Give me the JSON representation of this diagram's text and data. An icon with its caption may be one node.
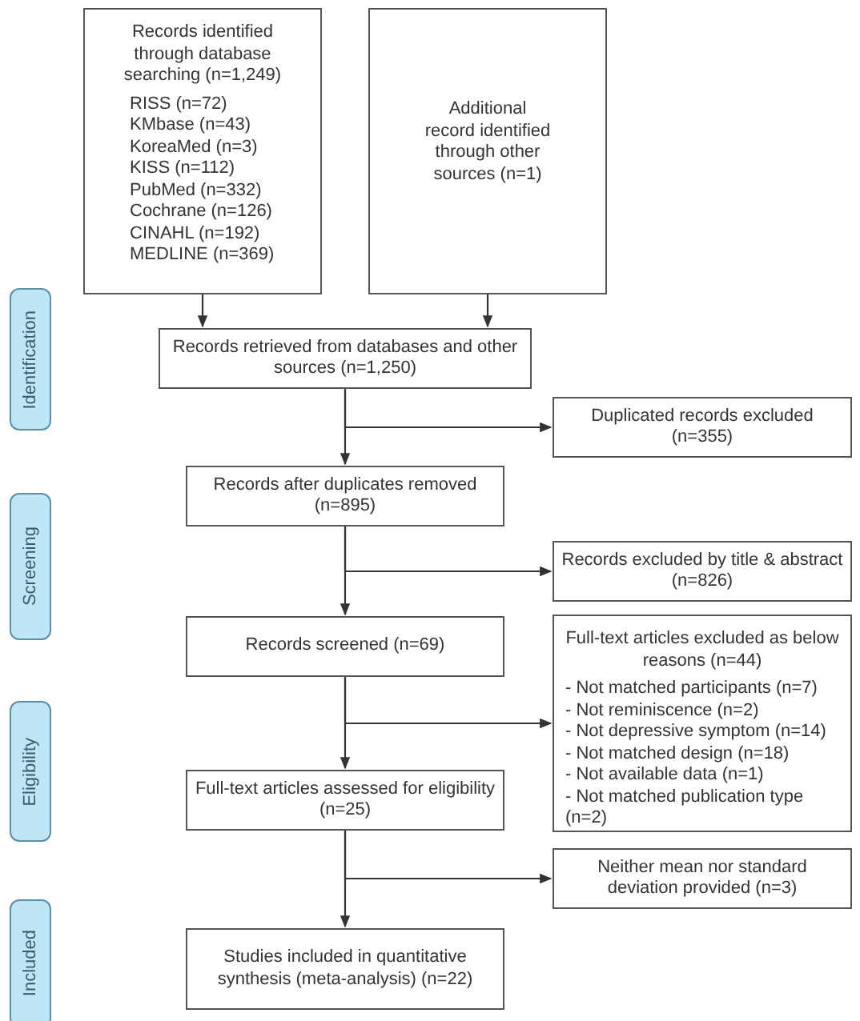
{
  "diagram": {
    "nodes": [
      {
        "text": [
          "Records identified through database searching (n=1,249)",
          "RISS (n=72)",
          "KMbase (n=43)",
          "KoreaMed (n=3)",
          "KISS (n=112)",
          "PubMed (n=332)",
          "Cochrane (n=126)",
          "CINAHL (n=192)",
          "MEDLINE (n=369)"
        ]
      },
      {
        "text": [
          "Additional record identified through other sources (n=1)"
        ]
      },
      {
        "text": [
          "Identification"
        ]
      },
      {
        "text": [
          "Records retrieved from databases and other sources (n=1,250)"
        ]
      },
      {
        "text": [
          "Duplicated records excluded (n=355)"
        ]
      },
      {
        "text": [
          "Records after duplicates removed (n=895)"
        ]
      },
      {
        "text": [
          "Screening"
        ]
      },
      {
        "text": [
          "Records excluded by title & abstract (n=826)"
        ]
      },
      {
        "text": [
          "Records screened (n=69)"
        ]
      },
      {
        "text": [
          "Full-text articles excluded as below reasons (n=44)",
          "- Not matched participants (n=7)",
          "- Not reminiscence (n=2)",
          "- Not depressive symptom (n=14)",
          "- Not matched design (n=18)",
          "- Not available data (n=1)",
          "- Not matched publication type (n=2)"
        ]
      },
      {
        "text": [
          "Eligibility"
        ]
      },
      {
        "text": [
          "Full-text articles assessed for eligibility (n=25)"
        ]
      },
      {
        "text": [
          "Neither mean nor standard deviation provided (n=3)"
        ]
      },
      {
        "text": [
          "Included"
        ]
      },
      {
        "text": [
          "Studies included in quantitative synthesis (meta-analysis) (n=22)"
        ]
      }
    ],
    "edges": [
      {
        "from": 0,
        "to": 3,
        "arrow": "to"
      },
      {
        "from": 1,
        "to": 3,
        "arrow": "to"
      },
      {
        "from": 3,
        "to": 5,
        "arrow": "to"
      },
      {
        "from": 3,
        "to": 4,
        "arrow": "to"
      },
      {
        "from": 5,
        "to": 8,
        "arrow": "to"
      },
      {
        "from": 5,
        "to": 7,
        "arrow": "to"
      },
      {
        "from": 8,
        "to": 11,
        "arrow": "to"
      },
      {
        "from": 8,
        "to": 9,
        "arrow": "to"
      },
      {
        "from": 11,
        "to": 14,
        "arrow": "to"
      },
      {
        "from": 11,
        "to": 12,
        "arrow": "to"
      }
    ]
  }
}
